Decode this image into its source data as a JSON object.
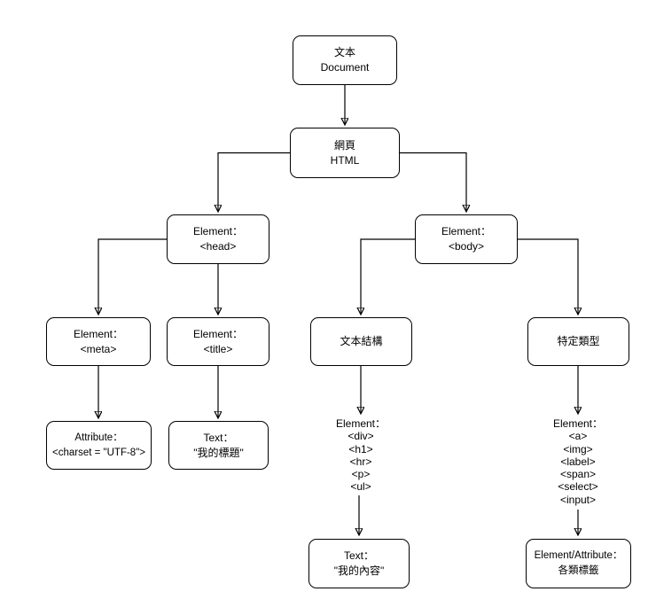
{
  "diagram": {
    "title": "HTML document structure tree",
    "language": "zh-Hant / en",
    "background_color": "#ffffff",
    "line_color": "#000000"
  },
  "nodes": {
    "document": {
      "lines": [
        "文本",
        "Document"
      ]
    },
    "html": {
      "lines": [
        "網頁",
        "HTML"
      ]
    },
    "head": {
      "lines": [
        "Element：",
        "<head>"
      ]
    },
    "body": {
      "lines": [
        "Element：",
        "<body>"
      ]
    },
    "meta": {
      "lines": [
        "Element：",
        "<meta>"
      ]
    },
    "title": {
      "lines": [
        "Element：",
        "<title>"
      ]
    },
    "text_structure": {
      "lines": [
        "文本結構"
      ]
    },
    "specific_types": {
      "lines": [
        "特定類型"
      ]
    },
    "charset": {
      "lines": [
        "Attribute：",
        "<charset = \"UTF-8\">"
      ]
    },
    "my_title": {
      "lines": [
        "Text：",
        "\"我的標題\""
      ]
    },
    "structure_tags": {
      "lines": [
        "Element：",
        "<div>",
        "<h1>",
        "<hr>",
        "<p>",
        "<ul>"
      ]
    },
    "type_tags": {
      "lines": [
        "Element：",
        "<a>",
        "<img>",
        "<label>",
        "<span>",
        "<select>",
        "<input>"
      ]
    },
    "my_content": {
      "lines": [
        "Text：",
        "\"我的內容\""
      ]
    },
    "various_tags": {
      "lines": [
        "Element/Attribute：",
        "各類標籤"
      ]
    }
  },
  "edges": [
    {
      "from": "document",
      "to": "html"
    },
    {
      "from": "html",
      "to": "head"
    },
    {
      "from": "html",
      "to": "body"
    },
    {
      "from": "head",
      "to": "meta"
    },
    {
      "from": "head",
      "to": "title"
    },
    {
      "from": "body",
      "to": "text_structure"
    },
    {
      "from": "body",
      "to": "specific_types"
    },
    {
      "from": "meta",
      "to": "charset"
    },
    {
      "from": "title",
      "to": "my_title"
    },
    {
      "from": "text_structure",
      "to": "structure_tags"
    },
    {
      "from": "specific_types",
      "to": "type_tags"
    },
    {
      "from": "structure_tags",
      "to": "my_content"
    },
    {
      "from": "type_tags",
      "to": "various_tags"
    }
  ]
}
